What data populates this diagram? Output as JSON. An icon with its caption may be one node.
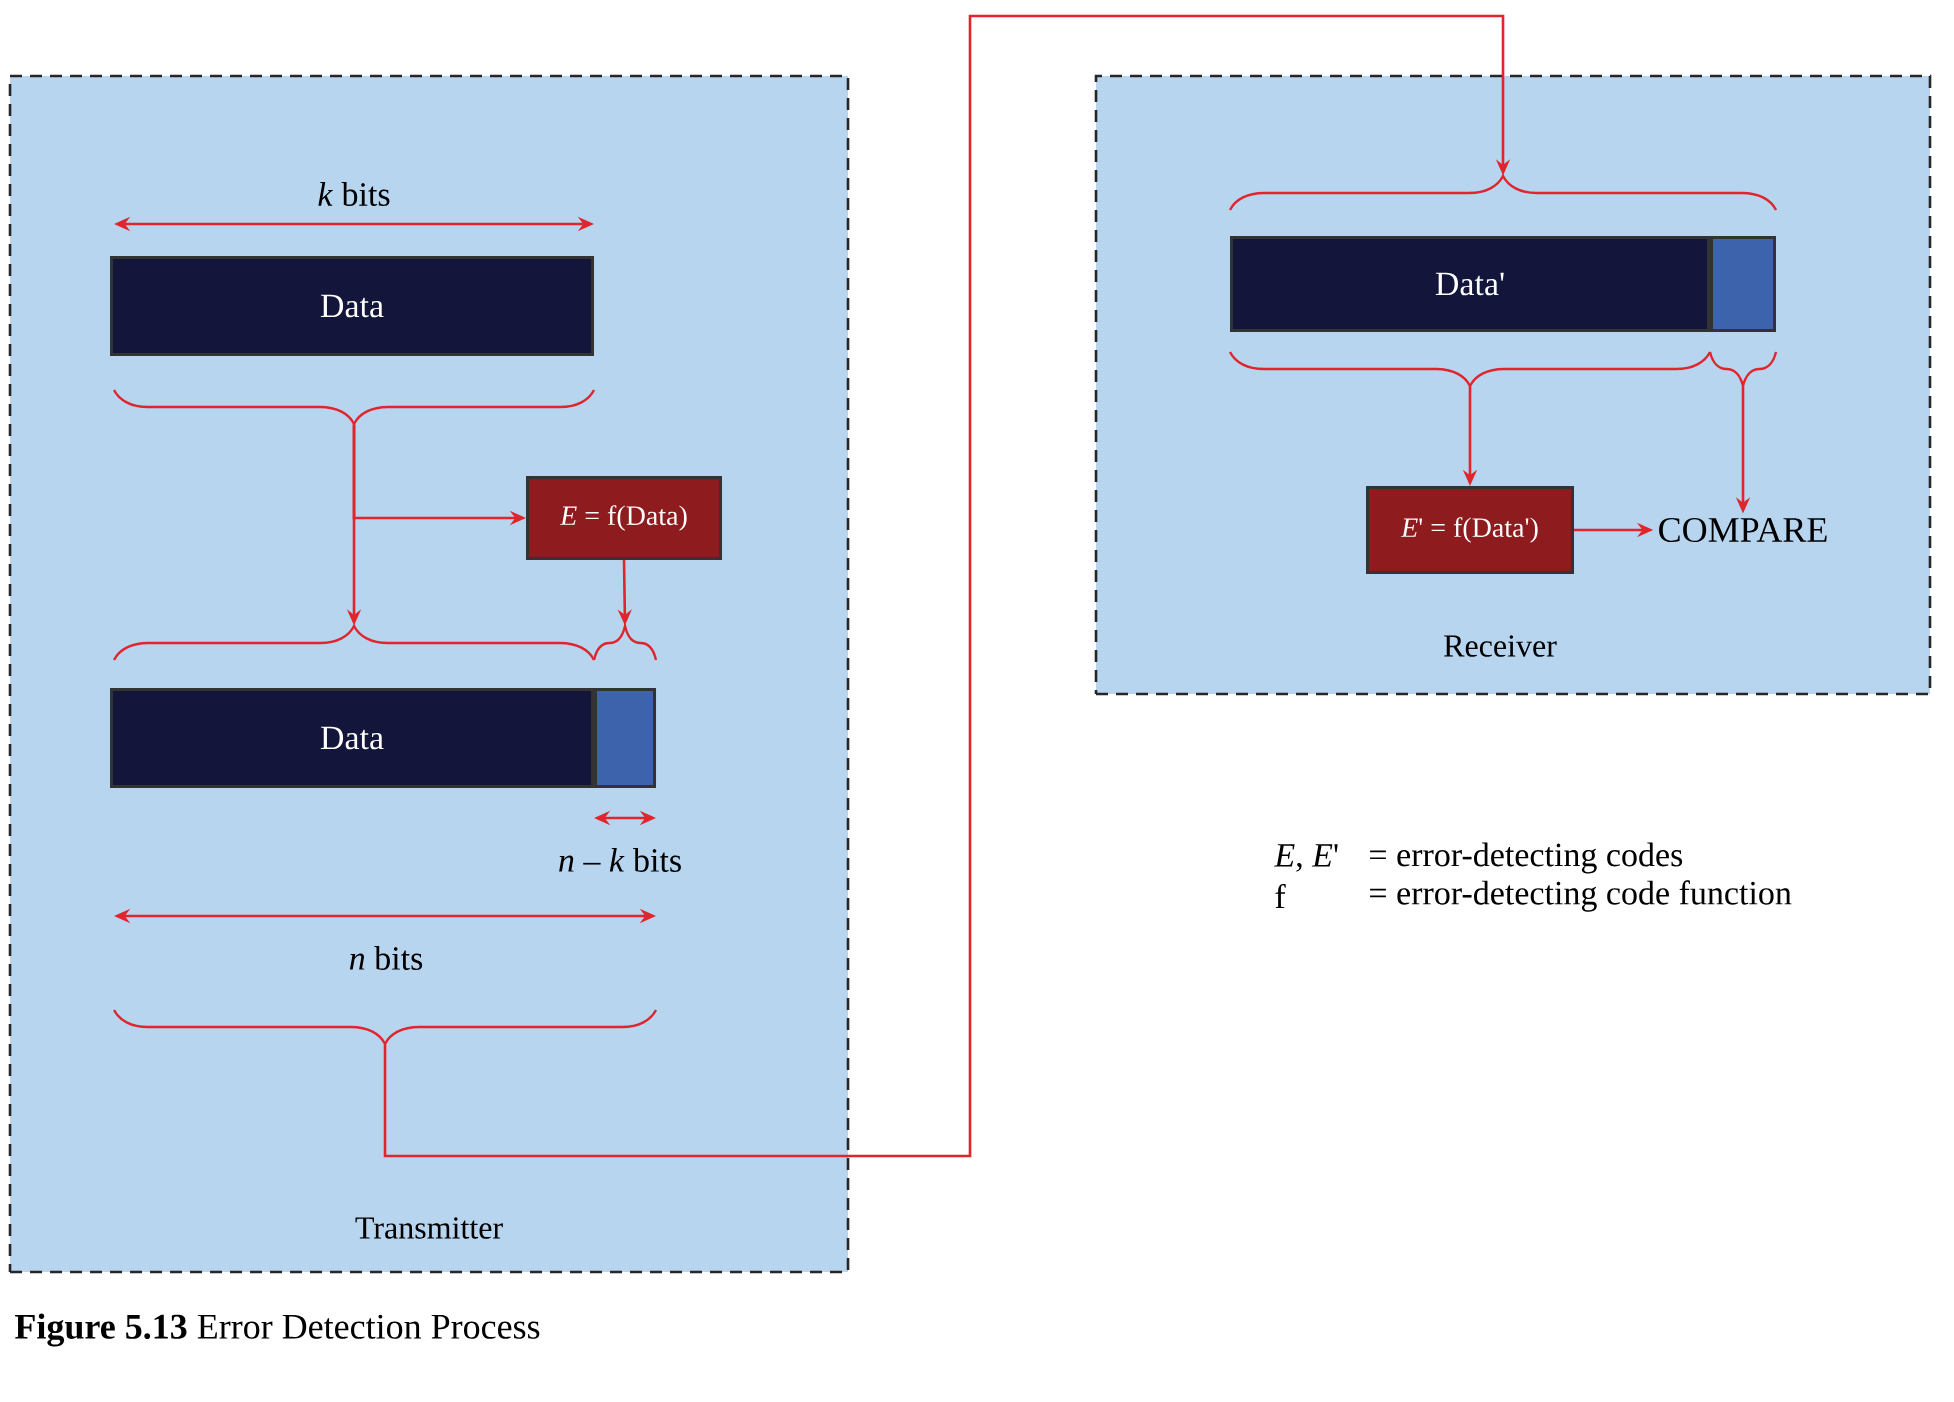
{
  "diagram": {
    "caption": "**Figure 5.13** Error Detection Process",
    "nodes": [
      {
        "text": [
          "Transmitter"
        ]
      },
      {
        "text": [
          "Data"
        ],
        "in": 0
      },
      {
        "text": [],
        "shape": "brace",
        "in": 0
      },
      {
        "text": [
          "*E* = f(Data)"
        ],
        "in": 0
      },
      {
        "text": [],
        "shape": "brace",
        "in": 0
      },
      {
        "text": [],
        "shape": "brace",
        "in": 0
      },
      {
        "text": [
          "Data"
        ],
        "in": 0
      },
      {
        "text": [],
        "shape": "box",
        "in": 0
      },
      {
        "text": [],
        "shape": "brace",
        "in": 0
      },
      {
        "text": [
          "Receiver"
        ]
      },
      {
        "text": [],
        "shape": "brace",
        "in": 9
      },
      {
        "text": [
          "Data'"
        ],
        "in": 9
      },
      {
        "text": [],
        "shape": "box",
        "in": 9
      },
      {
        "text": [],
        "shape": "brace",
        "in": 9
      },
      {
        "text": [],
        "shape": "brace",
        "in": 9
      },
      {
        "text": [
          "*E*' = f(Data')"
        ],
        "in": 9
      },
      {
        "text": [
          "COMPARE"
        ],
        "in": 9
      }
    ],
    "edges": [
      {
        "from": 2,
        "to": 4,
        "arrow": "to"
      },
      {
        "from": 2,
        "to": 3,
        "arrow": "to"
      },
      {
        "from": 3,
        "to": 5,
        "arrow": "to"
      },
      {
        "from": 8,
        "to": 10,
        "arrow": "to"
      },
      {
        "from": 13,
        "to": 15,
        "arrow": "to"
      },
      {
        "from": 14,
        "to": 16,
        "arrow": "to"
      },
      {
        "from": 15,
        "to": 16,
        "arrow": "to"
      }
    ],
    "labels": [
      "*k* bits",
      "*n* – *k* bits",
      "*n* bits",
      "*E*, *E*'",
      "= error-detecting codes",
      "f",
      "= error-detecting code function"
    ]
  }
}
